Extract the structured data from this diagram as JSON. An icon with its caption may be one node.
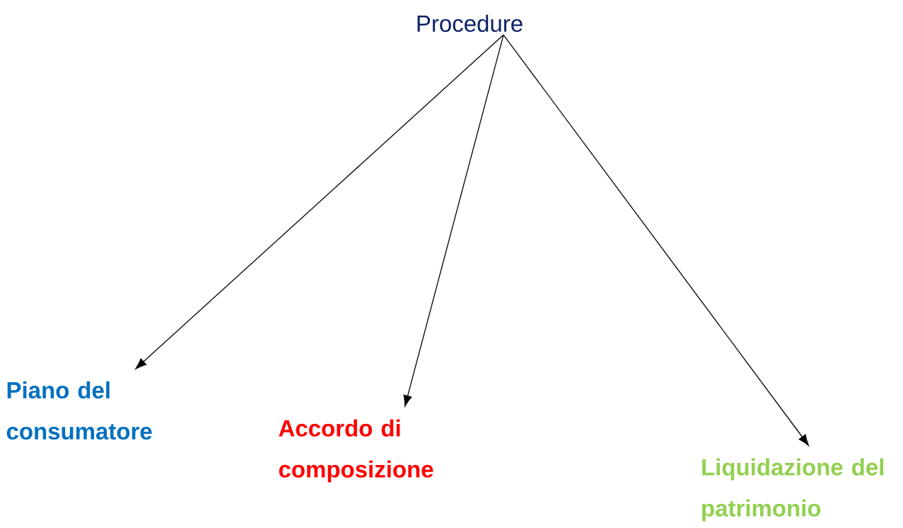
{
  "diagram": {
    "nodes": [
      {
        "text": [
          "Procedure"
        ]
      },
      {
        "text": [
          "Piano del consumatore"
        ]
      },
      {
        "text": [
          "Accordo di composizione"
        ]
      },
      {
        "text": [
          "Liquidazione del patrimonio"
        ]
      }
    ],
    "edges": [
      {
        "from": 0,
        "to": 1,
        "arrow": "to"
      },
      {
        "from": 0,
        "to": 2,
        "arrow": "to"
      },
      {
        "from": 0,
        "to": 3,
        "arrow": "to"
      }
    ]
  }
}
